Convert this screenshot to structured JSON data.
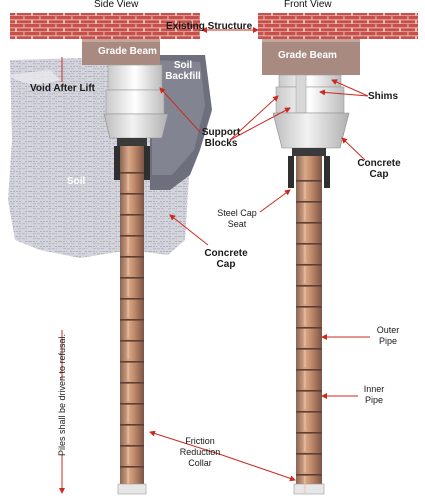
{
  "views": {
    "side_title": "Side View",
    "front_title": "Front View"
  },
  "labels": {
    "existing_structure": "Existing Structure",
    "grade_beam_side": "Grade Beam",
    "grade_beam_front": "Grade Beam",
    "void_after_lift": "Void After Lift",
    "soil_backfill_line1": "Soil",
    "soil_backfill_line2": "Backfill",
    "soil": "Soil",
    "shims": "Shims",
    "support_blocks_line1": "Support",
    "support_blocks_line2": "Blocks",
    "concrete_cap_front_line1": "Concrete",
    "concrete_cap_front_line2": "Cap",
    "concrete_cap_side_line1": "Concrete",
    "concrete_cap_side_line2": "Cap",
    "steel_cap_seat_line1": "Steel Cap",
    "steel_cap_seat_line2": "Seat",
    "outer_pipe_line1": "Outer",
    "outer_pipe_line2": "Pipe",
    "inner_pipe_line1": "Inner",
    "inner_pipe_line2": "Pipe",
    "friction_collar_line1": "Friction",
    "friction_collar_line2": "Reduction",
    "friction_collar_line3": "Collar",
    "refusal_note": "Piles shall be driven to refusal."
  },
  "colors": {
    "brick": "#c9504a",
    "mortar": "#e8c6bf",
    "grade_beam": "#a98a80",
    "soil": "#c9c9d2",
    "pipe": "#c48f6e",
    "pipe_band": "#6b4a3b",
    "concrete": "#e4e4e4",
    "leader": "#cc2a1e"
  },
  "icons": {
    "arrow": "red-arrow-icon"
  }
}
